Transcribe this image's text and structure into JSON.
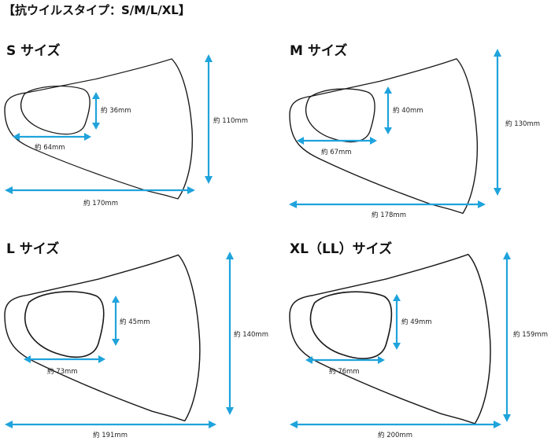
{
  "page_title": "【抗ウイルスタイプ：S/M/L/XL】",
  "colors": {
    "arrow": "#1fa3dc",
    "outline": "#1a1a1a",
    "text": "#222222"
  },
  "sizes": [
    {
      "title": "S サイズ",
      "ear_height": "約 36mm",
      "ear_width": "約 64mm",
      "height": "約 110mm",
      "width": "約 170mm"
    },
    {
      "title": "M サイズ",
      "ear_height": "約 40mm",
      "ear_width": "約 67mm",
      "height": "約 130mm",
      "width": "約 178mm"
    },
    {
      "title": "L サイズ",
      "ear_height": "約 45mm",
      "ear_width": "約 73mm",
      "height": "約 140mm",
      "width": "約 191mm"
    },
    {
      "title": "XL（LL）サイズ",
      "ear_height": "約 49mm",
      "ear_width": "約 76mm",
      "height": "約 159mm",
      "width": "約 200mm"
    }
  ]
}
